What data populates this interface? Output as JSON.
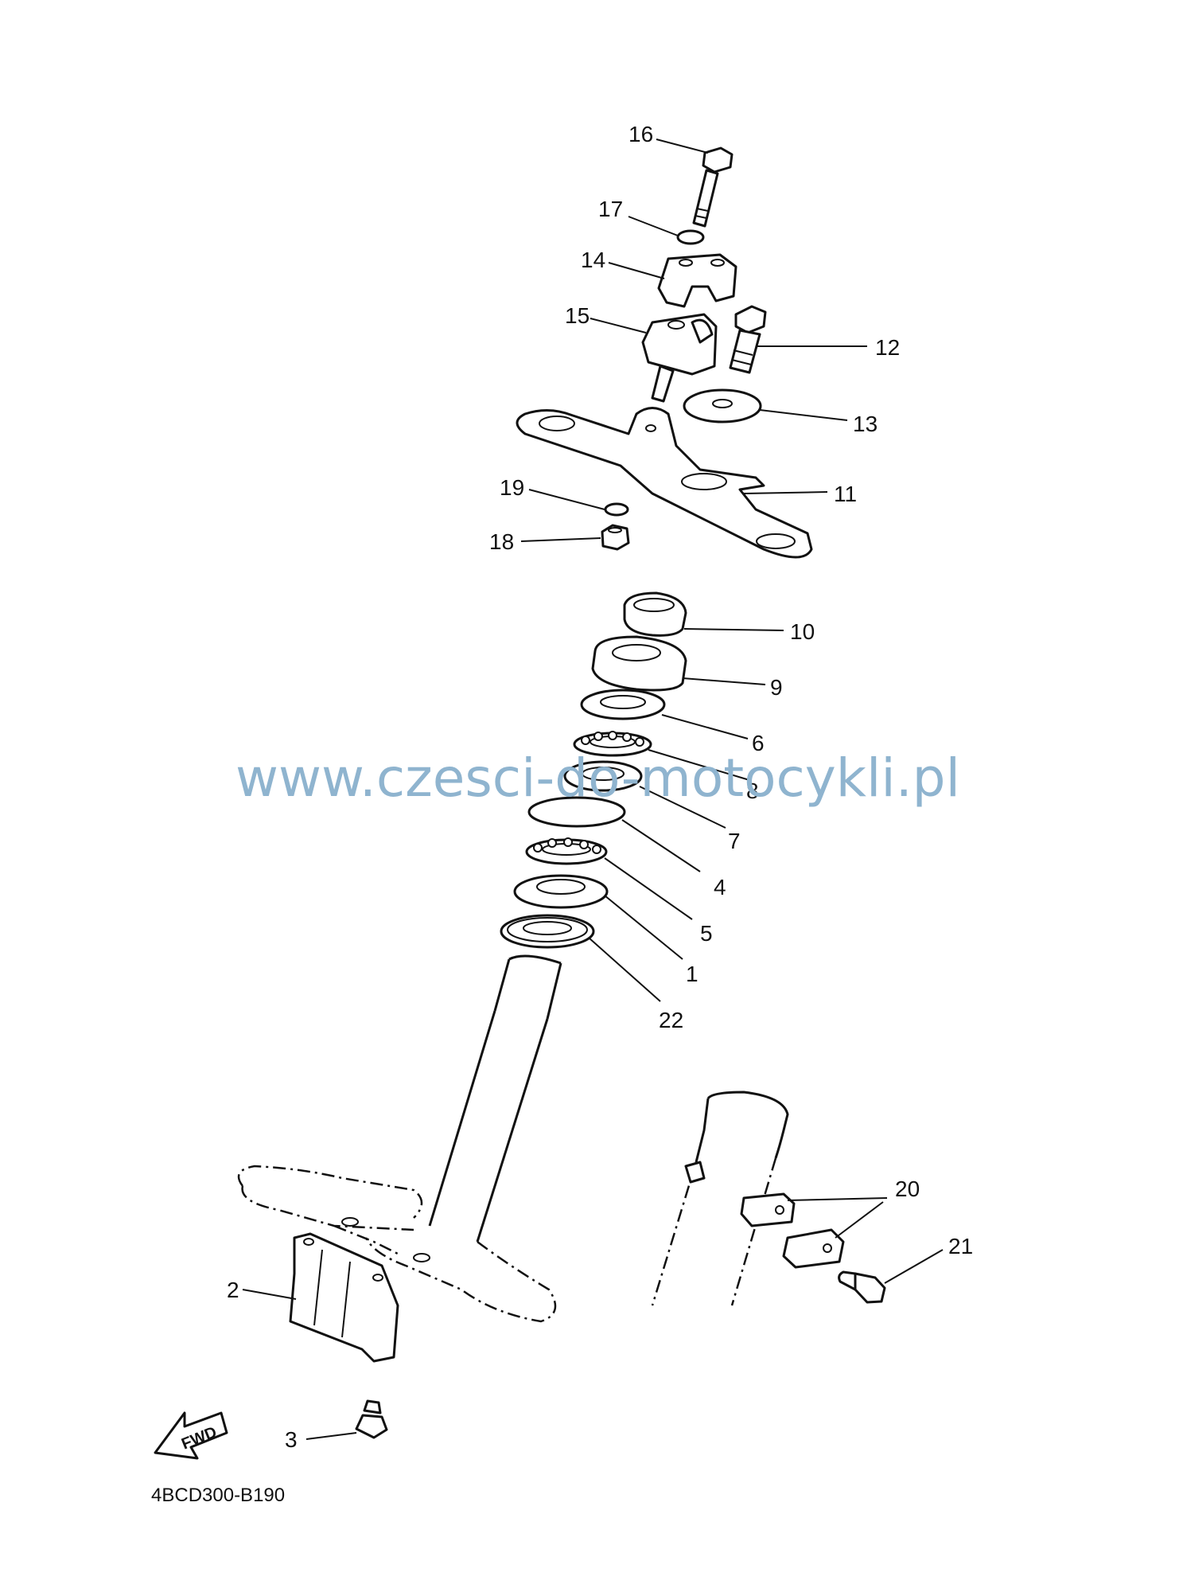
{
  "diagram": {
    "watermark": "www.czesci-do-motocykli.pl",
    "drawing_code": "4BCD300-B190",
    "fwd_label": "FWD",
    "callouts": {
      "c1": "1",
      "c2": "2",
      "c3": "3",
      "c4": "4",
      "c5": "5",
      "c6": "6",
      "c7": "7",
      "c8": "8",
      "c9": "9",
      "c10": "10",
      "c11": "11",
      "c12": "12",
      "c13": "13",
      "c14": "14",
      "c15": "15",
      "c16": "16",
      "c17": "17",
      "c18": "18",
      "c19": "19",
      "c20": "20",
      "c21": "21",
      "c22": "22"
    }
  }
}
